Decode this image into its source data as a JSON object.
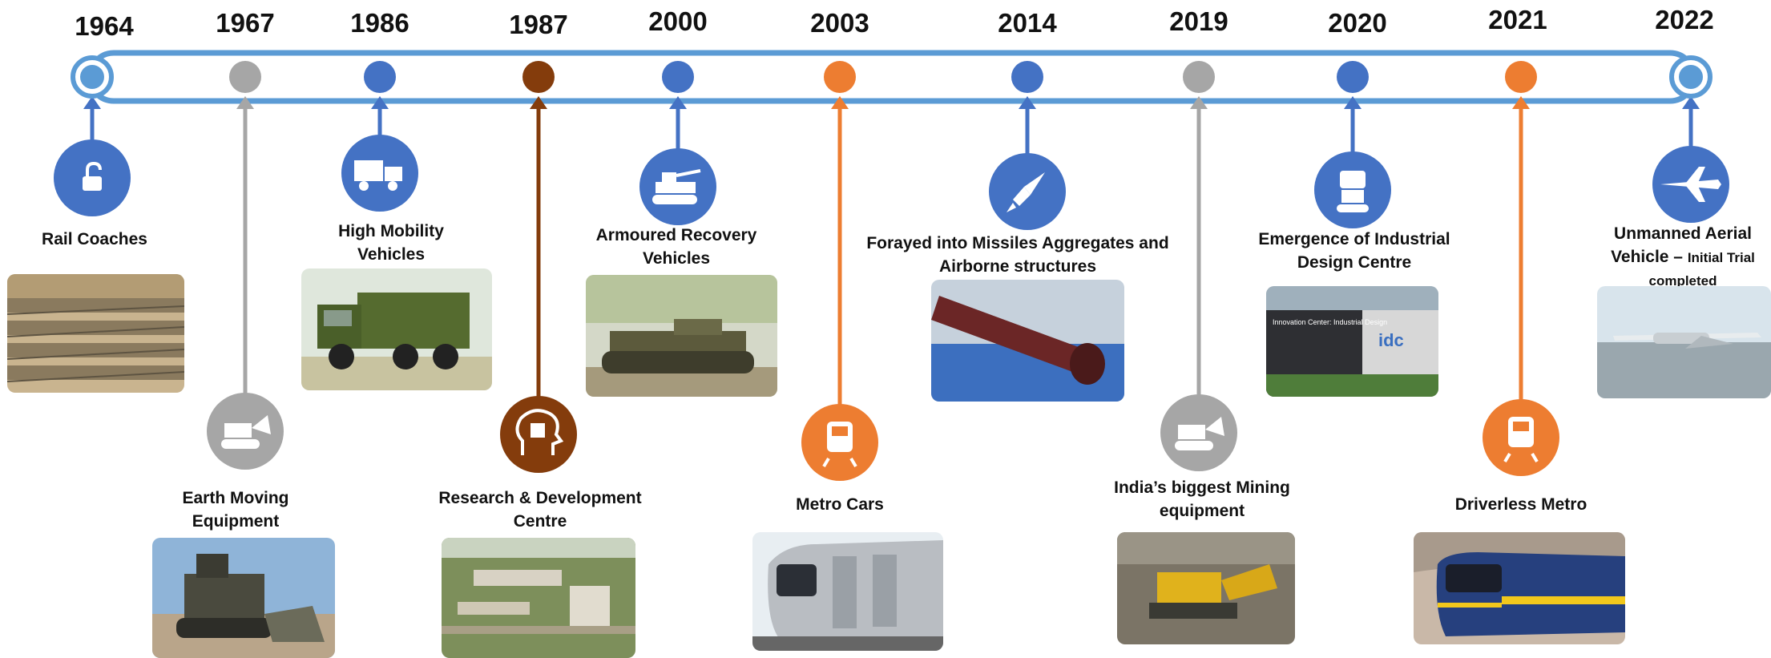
{
  "colors": {
    "blue": "#4472C4",
    "bar_outline": "#5B9BD5",
    "gray": "#A6A6A6",
    "brown": "#843C0C",
    "orange": "#ED7D31"
  },
  "milestones": [
    {
      "year": "1964",
      "label": "Rail Coaches",
      "color": "blue",
      "icon": "unlock-icon"
    },
    {
      "year": "1967",
      "label": "Earth Moving Equipment",
      "color": "gray",
      "icon": "excavator-icon"
    },
    {
      "year": "1986",
      "label": "High Mobility Vehicles",
      "color": "blue",
      "icon": "truck-icon"
    },
    {
      "year": "1987",
      "label": "Research & Development Centre",
      "color": "brown",
      "icon": "brain-chip-icon"
    },
    {
      "year": "2000",
      "label": "Armoured Recovery Vehicles",
      "color": "blue",
      "icon": "armoured-vehicle-icon"
    },
    {
      "year": "2003",
      "label": "Metro Cars",
      "color": "orange",
      "icon": "train-icon"
    },
    {
      "year": "2014",
      "label": "Forayed into Missiles Aggregates and Airborne structures",
      "color": "blue",
      "icon": "rocket-icon"
    },
    {
      "year": "2019",
      "label": "India’s biggest Mining equipment",
      "color": "gray",
      "icon": "bulldozer-icon"
    },
    {
      "year": "2020",
      "label": "Emergence of Industrial Design Centre",
      "color": "blue",
      "icon": "robot-icon"
    },
    {
      "year": "2021",
      "label": "Driverless Metro",
      "color": "orange",
      "icon": "metro-icon"
    },
    {
      "year": "2022",
      "label_main": "Unmanned Aerial Vehicle –",
      "label_small": "Initial Trial completed",
      "color": "blue",
      "icon": "drone-icon"
    }
  ],
  "photos": [
    {
      "name": "rail-coaches-photo"
    },
    {
      "name": "earth-moving-photo"
    },
    {
      "name": "high-mobility-photo"
    },
    {
      "name": "rnd-centre-photo"
    },
    {
      "name": "armoured-recovery-photo"
    },
    {
      "name": "metro-cars-photo"
    },
    {
      "name": "missiles-photo"
    },
    {
      "name": "mining-equipment-photo"
    },
    {
      "name": "idc-photo",
      "sign_text": "Innovation Center: Industrial Design",
      "logo_text": "idc"
    },
    {
      "name": "driverless-metro-photo"
    },
    {
      "name": "uav-photo"
    }
  ]
}
